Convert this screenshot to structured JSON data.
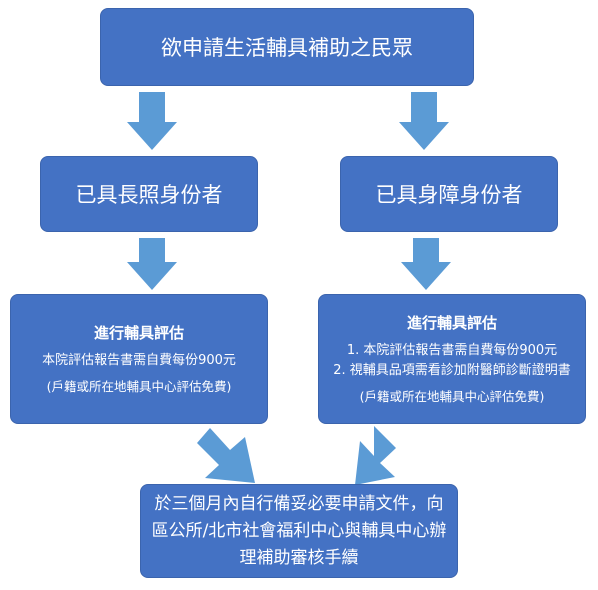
{
  "top_box": "欲申請生活輔具補助之民眾",
  "left_box": "已具長照身份者",
  "right_box": "已具身障身份者",
  "left_eval": {
    "title": "進行輔具評估",
    "line1": "本院評估報告書需自費每份900元",
    "note": "(戶籍或所在地輔具中心評估免費)"
  },
  "right_eval": {
    "title": "進行輔具評估",
    "line1": "1. 本院評估報告書需自費每份900元",
    "line2": "2. 視輔具品項需看診加附醫師診斷證明書",
    "note": "(戶籍或所在地輔具中心評估免費)"
  },
  "bottom_box": "於三個月內自行備妥必要申請文件，向區公所/北市社會福利中心與輔具中心辦理補助審核手續",
  "colors": {
    "box": "#4472c4",
    "arrow": "#5b9bd5",
    "text": "#ffffff"
  }
}
